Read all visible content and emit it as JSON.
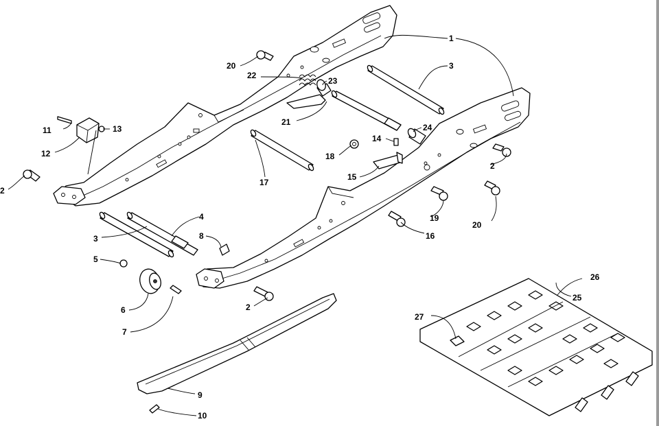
{
  "callouts": [
    {
      "id": "c1",
      "text": "1"
    },
    {
      "id": "c2a",
      "text": "2"
    },
    {
      "id": "c2b",
      "text": "2"
    },
    {
      "id": "c2c",
      "text": "2"
    },
    {
      "id": "c3a",
      "text": "3"
    },
    {
      "id": "c3b",
      "text": "3"
    },
    {
      "id": "c4",
      "text": "4"
    },
    {
      "id": "c5",
      "text": "5"
    },
    {
      "id": "c6",
      "text": "6"
    },
    {
      "id": "c7",
      "text": "7"
    },
    {
      "id": "c8",
      "text": "8"
    },
    {
      "id": "c9",
      "text": "9"
    },
    {
      "id": "c10",
      "text": "10"
    },
    {
      "id": "c11",
      "text": "11"
    },
    {
      "id": "c12",
      "text": "12"
    },
    {
      "id": "c13",
      "text": "13"
    },
    {
      "id": "c14",
      "text": "14"
    },
    {
      "id": "c15",
      "text": "15"
    },
    {
      "id": "c16",
      "text": "16"
    },
    {
      "id": "c17",
      "text": "17"
    },
    {
      "id": "c18",
      "text": "18"
    },
    {
      "id": "c19",
      "text": "19"
    },
    {
      "id": "c20a",
      "text": "20"
    },
    {
      "id": "c20b",
      "text": "20"
    },
    {
      "id": "c21",
      "text": "21"
    },
    {
      "id": "c22",
      "text": "22"
    },
    {
      "id": "c23",
      "text": "23"
    },
    {
      "id": "c24",
      "text": "24"
    },
    {
      "id": "c25",
      "text": "25"
    },
    {
      "id": "c26",
      "text": "26"
    },
    {
      "id": "c27",
      "text": "27"
    }
  ]
}
